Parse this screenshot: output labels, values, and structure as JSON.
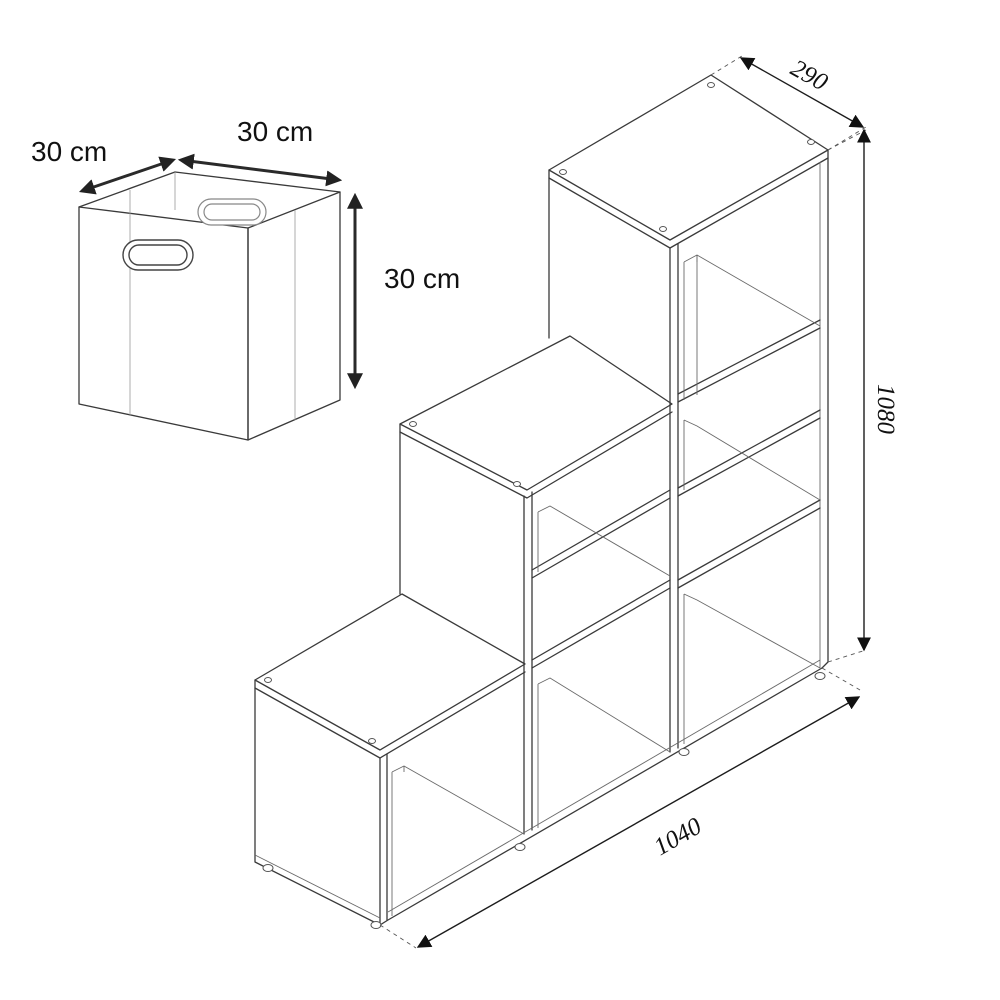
{
  "storage_box": {
    "depth_label": "30 cm",
    "width_label": "30 cm",
    "height_label": "30 cm"
  },
  "shelf": {
    "depth_label": "290",
    "height_label": "1080",
    "width_label": "1040"
  }
}
